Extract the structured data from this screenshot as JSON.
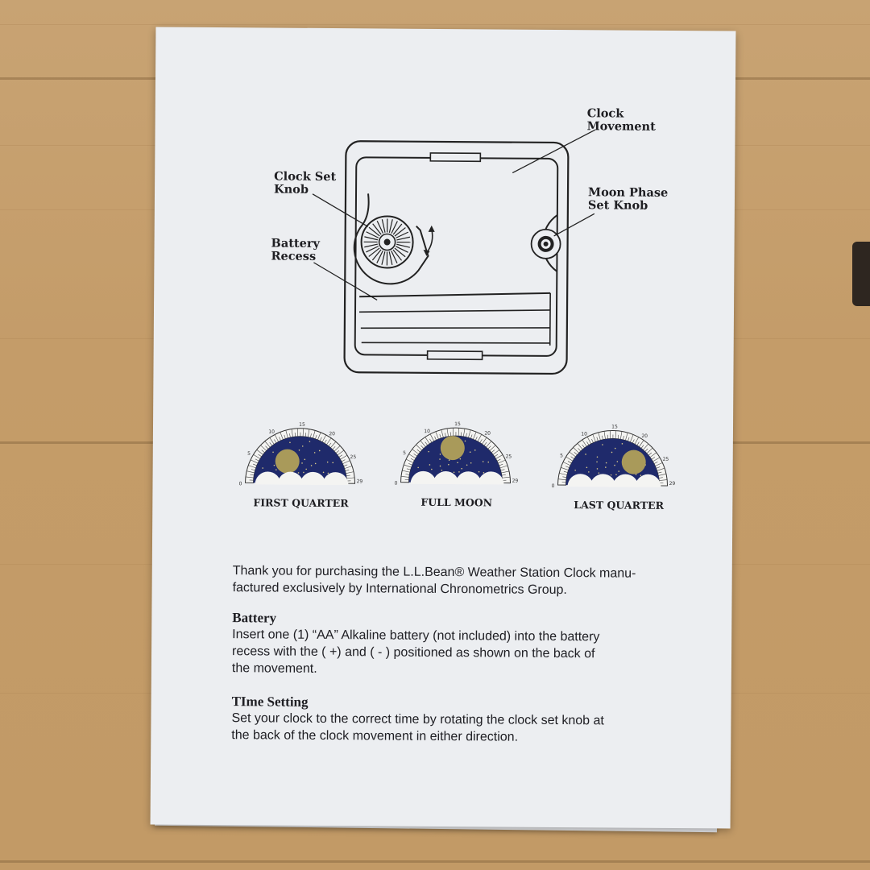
{
  "diagram": {
    "labels": {
      "clock_movement": "Clock\nMovement",
      "clock_set_knob": "Clock Set\nKnob",
      "moon_phase_set_knob": "Moon Phase\nSet Knob",
      "battery_recess": "Battery\nRecess"
    }
  },
  "moon_phases": [
    {
      "caption": "FIRST QUARTER",
      "ticks": [
        "0",
        "5",
        "10",
        "15",
        "20",
        "25",
        "29"
      ]
    },
    {
      "caption": "FULL MOON",
      "ticks": [
        "0",
        "5",
        "10",
        "15",
        "20",
        "25",
        "29"
      ]
    },
    {
      "caption": "LAST QUARTER",
      "ticks": [
        "0",
        "5",
        "10",
        "15",
        "20",
        "25",
        "29"
      ]
    }
  ],
  "intro": {
    "line1": "Thank you for purchasing the L.L.Bean® Weather Station Clock manu-",
    "line2": "factured exclusively by International Chronometrics Group."
  },
  "battery": {
    "heading": "Battery",
    "line1": "Insert one (1) “AA” Alkaline battery (not included) into the battery",
    "line2": "recess with the ( +) and ( - )  positioned as shown on the back of",
    "line3": "the movement."
  },
  "time_setting": {
    "heading": "TIme Setting",
    "line1": "Set your clock to the correct time by rotating the clock set knob at",
    "line2": "the back of the clock movement in either direction."
  },
  "colors": {
    "paper": "#eceef1",
    "ink": "#1e1e22",
    "moon_sky": "#1f2a6b",
    "moon": "#a99a5a",
    "wood": "#c49c69"
  }
}
